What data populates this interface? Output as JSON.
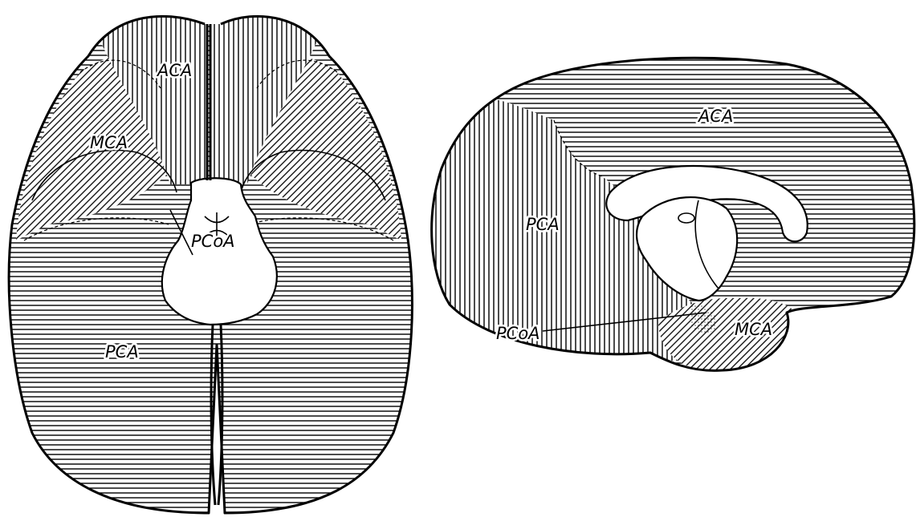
{
  "figure": {
    "inferior_view": {
      "labels": {
        "aca": "ACA",
        "mca": "MCA",
        "pcoa": "PCoA",
        "pca": "PCA"
      }
    },
    "medial_view": {
      "labels": {
        "aca": "ACA",
        "pca": "PCA",
        "pcoa": "PCoA",
        "mca": "MCA"
      }
    },
    "colors": {
      "ink": "#000000",
      "background": "#ffffff"
    }
  }
}
